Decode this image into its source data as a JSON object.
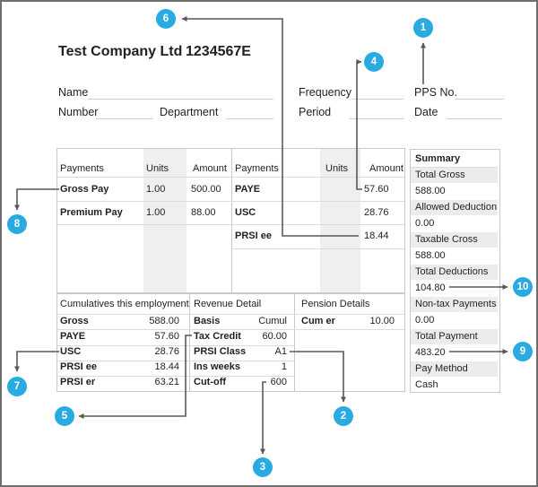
{
  "colors": {
    "accent": "#29abe2",
    "arrow": "#58595b",
    "table_border": "#c9c9c9",
    "shade": "#efefef"
  },
  "callouts": [
    "1",
    "2",
    "3",
    "4",
    "5",
    "6",
    "7",
    "8",
    "9",
    "10"
  ],
  "header": {
    "company_name": "Test Company Ltd",
    "company_number": "1234567E",
    "name_label": "Name",
    "number_label": "Number",
    "department_label": "Department",
    "frequency_label": "Frequency",
    "period_label": "Period",
    "pps_label": "PPS No.",
    "date_label": "Date"
  },
  "payments_left": {
    "col_payments": "Payments",
    "col_units": "Units",
    "col_amount": "Amount",
    "rows": [
      {
        "label": "Gross Pay",
        "units": "1.00",
        "amount": "500.00"
      },
      {
        "label": "Premium Pay",
        "units": "1.00",
        "amount": "88.00"
      }
    ]
  },
  "payments_right": {
    "col_payments": "Payments",
    "col_units": "Units",
    "col_amount": "Amount",
    "rows": [
      {
        "label": "PAYE",
        "amount": "57.60"
      },
      {
        "label": "USC",
        "amount": "28.76"
      },
      {
        "label": "PRSI ee",
        "amount": "18.44"
      }
    ]
  },
  "cumulatives": {
    "title": "Cumulatives this employment",
    "rows": [
      {
        "label": "Gross",
        "value": "588.00"
      },
      {
        "label": "PAYE",
        "value": "57.60"
      },
      {
        "label": "USC",
        "value": "28.76"
      },
      {
        "label": "PRSI ee",
        "value": "18.44"
      },
      {
        "label": "PRSI er",
        "value": "63.21"
      }
    ]
  },
  "revenue": {
    "title": "Revenue Detail",
    "rows": [
      {
        "label": "Basis",
        "value": "Cumul"
      },
      {
        "label": "Tax Credit",
        "value": "60.00"
      },
      {
        "label": "PRSI Class",
        "value": "A1"
      },
      {
        "label": "Ins weeks",
        "value": "1"
      },
      {
        "label": "Cut-off",
        "value": "600"
      }
    ]
  },
  "pension": {
    "title": "Pension Details",
    "rows": [
      {
        "label": "Cum er",
        "value": "10.00"
      }
    ]
  },
  "summary": {
    "title": "Summary",
    "items": [
      "Total Gross",
      "588.00",
      "Allowed Deduction",
      "0.00",
      "Taxable Cross",
      "588.00",
      "Total Deductions",
      "104.80",
      "Non-tax Payments",
      "0.00",
      "Total Payment",
      "483.20",
      "Pay Method",
      "Cash"
    ]
  }
}
